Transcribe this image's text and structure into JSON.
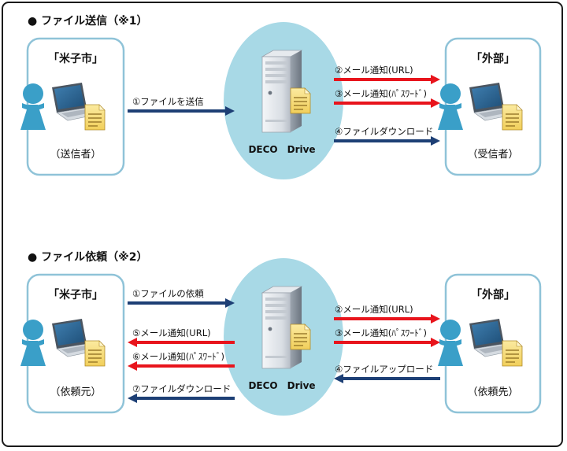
{
  "colors": {
    "person": "#3a9fc8",
    "box_border": "#8fc3d8",
    "cloud": "#a8d9e6",
    "red_arrow": "#e8141c",
    "blue_arrow": "#1d3f75",
    "document": "#f6dd7a"
  },
  "icons": [
    "person-icon",
    "laptop-icon",
    "document-icon",
    "server-icon"
  ],
  "sections": [
    {
      "title": "● ファイル送信（※1）",
      "left": {
        "name": "「米子市」",
        "role": "（送信者）"
      },
      "right": {
        "name": "「外部」",
        "role": "（受信者）"
      },
      "server": "DECO　Drive",
      "left_arrows": [
        {
          "label": "①ファイルを送信",
          "direction": "right",
          "color": "blue"
        }
      ],
      "right_arrows": [
        {
          "label": "②メール通知(URL)",
          "direction": "right",
          "color": "red"
        },
        {
          "label": "③メール通知(ﾊﾟｽﾜｰﾄﾞ)",
          "direction": "right",
          "color": "red"
        },
        {
          "label": "④ファイルダウンロード",
          "direction": "right",
          "color": "blue"
        }
      ]
    },
    {
      "title": "● ファイル依頼（※2）",
      "left": {
        "name": "「米子市」",
        "role": "（依頼元）"
      },
      "right": {
        "name": "「外部」",
        "role": "（依頼先）"
      },
      "server": "DECO　Drive",
      "left_arrows": [
        {
          "label": "①ファイルの依頼",
          "direction": "right",
          "color": "blue"
        },
        {
          "label": "⑤メール通知(URL)",
          "direction": "left",
          "color": "red"
        },
        {
          "label": "⑥メール通知(ﾊﾟｽﾜｰﾄﾞ)",
          "direction": "left",
          "color": "red"
        },
        {
          "label": "⑦ファイルダウンロード",
          "direction": "left",
          "color": "blue"
        }
      ],
      "right_arrows": [
        {
          "label": "②メール通知(URL)",
          "direction": "right",
          "color": "red"
        },
        {
          "label": "③メール通知(ﾊﾟｽﾜｰﾄﾞ)",
          "direction": "right",
          "color": "red"
        },
        {
          "label": "④ファイルアップロード",
          "direction": "left",
          "color": "blue"
        }
      ]
    }
  ]
}
